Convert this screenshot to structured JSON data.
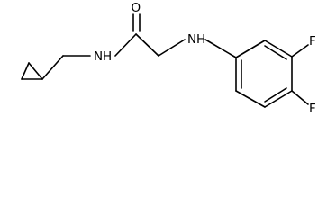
{
  "molecule": {
    "atom_labels": {
      "amide_oxygen": "O",
      "amide_nitrogen": "N",
      "amide_nitrogen_h": "H",
      "amine_nitrogen": "N",
      "amine_nitrogen_h": "H",
      "fluorine_meta": "F",
      "fluorine_para": "F"
    }
  }
}
